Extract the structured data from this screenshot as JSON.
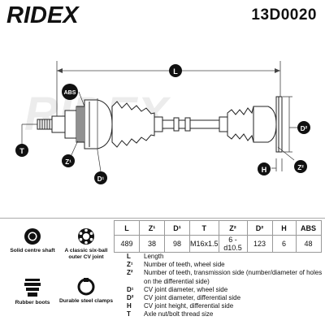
{
  "brand": {
    "logo": "RIDEX"
  },
  "part_number": "13D0020",
  "watermark": "RIDEX",
  "callouts": {
    "length": "L",
    "abs": "ABS",
    "thread": "T",
    "teeth_wheel": "Z¹",
    "teeth_trans": "Z²",
    "diam_wheel": "D¹",
    "diam_diff": "D²",
    "height": "H"
  },
  "spec_table": {
    "headers": [
      "L",
      "Z¹",
      "D¹",
      "T",
      "Z²",
      "D²",
      "H",
      "ABS"
    ],
    "values": [
      "489",
      "38",
      "98",
      "M16x1.5",
      "6 - d10.5",
      "123",
      "6",
      "48"
    ]
  },
  "legend": [
    {
      "symbol": "L",
      "text": "Length"
    },
    {
      "symbol": "Z¹",
      "text": "Number of teeth, wheel side"
    },
    {
      "symbol": "Z²",
      "text": "Number of teeth, transmission side (number/diameter of holes on the differential side)"
    },
    {
      "symbol": "D¹",
      "text": "CV joint diameter, wheel side"
    },
    {
      "symbol": "D²",
      "text": "CV joint diameter, differential side"
    },
    {
      "symbol": "H",
      "text": "CV joint height, differential side"
    },
    {
      "symbol": "T",
      "text": "Axle nut/bolt thread size"
    }
  ],
  "features": [
    {
      "label": "Solid centre shaft",
      "icon": "solid-shaft-icon"
    },
    {
      "label": "A classic six-ball outer CV joint",
      "icon": "six-ball-joint-icon"
    },
    {
      "label": "Rubber boots",
      "icon": "rubber-boot-icon"
    },
    {
      "label": "Durable steel clamps",
      "icon": "steel-clamp-icon"
    }
  ],
  "colors": {
    "callout_badge": "#111111",
    "logo": "#111111",
    "text": "#111111",
    "table_border": "#999999"
  }
}
